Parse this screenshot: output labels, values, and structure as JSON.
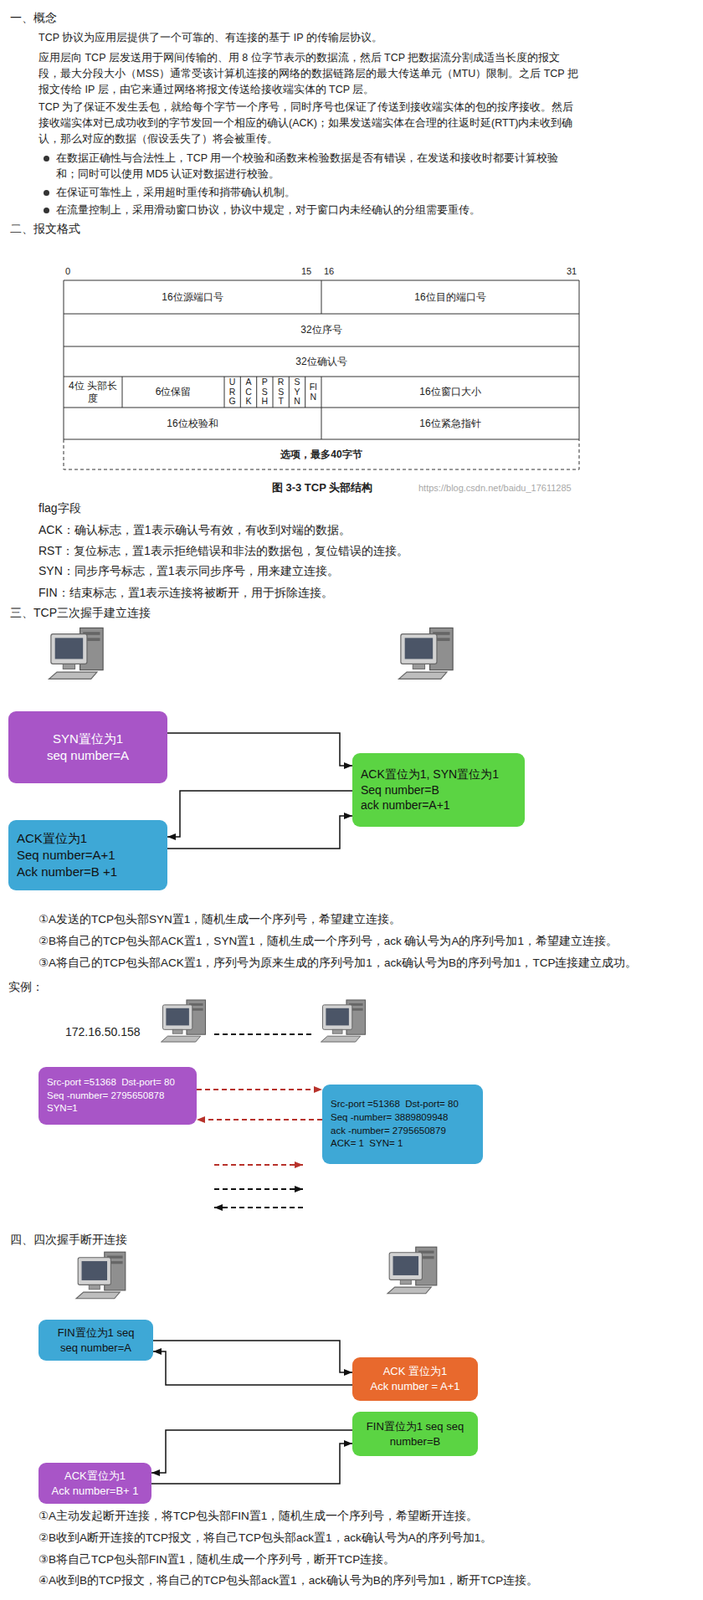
{
  "diagram": {
    "nodes": [
      {
        "text": [
          "SYN置位为1",
          "seq number=A"
        ]
      },
      {
        "text": [
          "ACK置位为1, SYN置位为1",
          "Seq number=B",
          "ack number=A+1"
        ]
      },
      {
        "text": [
          "ACK置位为1",
          "Seq number=A+1",
          "Ack number=B +1"
        ]
      },
      {
        "text": [
          "Src-port =51368  Dst-port= 80",
          "Seq -number= 2795650878",
          "SYN=1"
        ]
      },
      {
        "text": [
          "Src-port =51368  Dst-port= 80",
          "Seq -number= 3889809948",
          "ack -number= 2795650879",
          "ACK= 1  SYN= 1"
        ]
      },
      {
        "text": [
          "FIN置位为1 seq",
          "seq number=A"
        ]
      },
      {
        "text": [
          "ACK 置位为1",
          "Ack number = A+1"
        ]
      },
      {
        "text": [
          "FIN置位为1 seq seq number=B"
        ]
      },
      {
        "text": [
          "ACK置位为1",
          "Ack number=B+ 1"
        ]
      }
    ],
    "edges": [
      {
        "from": 0,
        "to": 1,
        "arrow": "to"
      },
      {
        "from": 1,
        "to": 2,
        "arrow": "to"
      },
      {
        "from": 2,
        "to": 1,
        "arrow": "to"
      },
      {
        "from": 3,
        "to": 4,
        "arrow": "to"
      },
      {
        "from": 4,
        "to": 3,
        "arrow": "to"
      },
      {
        "from": 5,
        "to": 6,
        "arrow": "to"
      },
      {
        "from": 6,
        "to": 5,
        "arrow": "to"
      },
      {
        "from": 7,
        "to": 8,
        "arrow": "to"
      },
      {
        "from": 8,
        "to": 7,
        "arrow": "to"
      }
    ],
    "labels": [
      "一、概念",
      "TCP 协议为应用层提供了一个可靠的、有连接的基于 IP 的传输层协议。",
      "应用层向 TCP 层发送用于网间传输的、用 8 位字节表示的数据流，然后 TCP 把数据流分割成适当长度的报文段，最大分段大小（MSS）通常受该计算机连接的网络的数据链路层的最大传送单元（MTU）限制。之后 TCP 把报文传给 IP 层，由它来通过网络将报文传送给接收端实体的 TCP 层。",
      "TCP 为了保证不发生丢包，就给每个字节一个序号，同时序号也保证了传送到接收端实体的包的按序接收。然后接收端实体对已成功收到的字节发回一个相应的确认(ACK)；如果发送端实体在合理的往返时延(RTT)内未收到确认，那么对应的数据（假设丢失了）将会被重传。",
      "在数据正确性与合法性上，TCP 用一个校验和函数来检验数据是否有错误，在发送和接收时都要计算校验和；同时可以使用 MD5 认证对数据进行校验。",
      "在保证可靠性上，采用超时重传和捎带确认机制。",
      "在流量控制上，采用滑动窗口协议，协议中规定，对于窗口内未经确认的分组需要重传。",
      "二、报文格式",
      "0",
      "15",
      "16",
      "31",
      "16位源端口号",
      "16位目的端口号",
      "32位序号",
      "32位确认号",
      "4位 头部长度",
      "6位保留",
      "URG",
      "ACK",
      "PSH",
      "RST",
      "SYN",
      "FIN",
      "16位窗口大小",
      "16位校验和",
      "16位紧急指针",
      "选项，最多40字节",
      "图 3-3 TCP 头部结构",
      "https://blog.csdn.net/baidu_17611285",
      "flag字段",
      "ACK：确认标志，置1表示确认号有效，有收到对端的数据。",
      "RST：复位标志，置1表示拒绝错误和非法的数据包，复位错误的连接。",
      "SYN：同步序号标志，置1表示同步序号，用来建立连接。",
      "FIN：结束标志，置1表示连接将被断开，用于拆除连接。",
      "三、TCP三次握手建立连接",
      "①A发送的TCP包头部SYN置1，随机生成一个序列号，希望建立连接。",
      "②B将自己的TCP包头部ACK置1，SYN置1，随机生成一个序列号，ack 确认号为A的序列号加1，希望建立连接。",
      "③A将自己的TCP包头部ACK置1，序列号为原来生成的序列号加1，ack确认号为B的序列号加1，TCP连接建立成功。",
      "实例：",
      "172.16.50.158",
      "四、四次握手断开连接",
      "①A主动发起断开连接，将TCP包头部FIN置1，随机生成一个序列号，希望断开连接。",
      "②B收到A断开连接的TCP报文，将自己TCP包头部ack置1，ack确认号为A的序列号加1。",
      "③B将自己TCP包头部FIN置1，随机生成一个序列号，断开TCP连接。",
      "④A收到B的TCP报文，将自己的TCP包头部ack置1，ack确认号为B的序列号加1，断开TCP连接。"
    ]
  }
}
